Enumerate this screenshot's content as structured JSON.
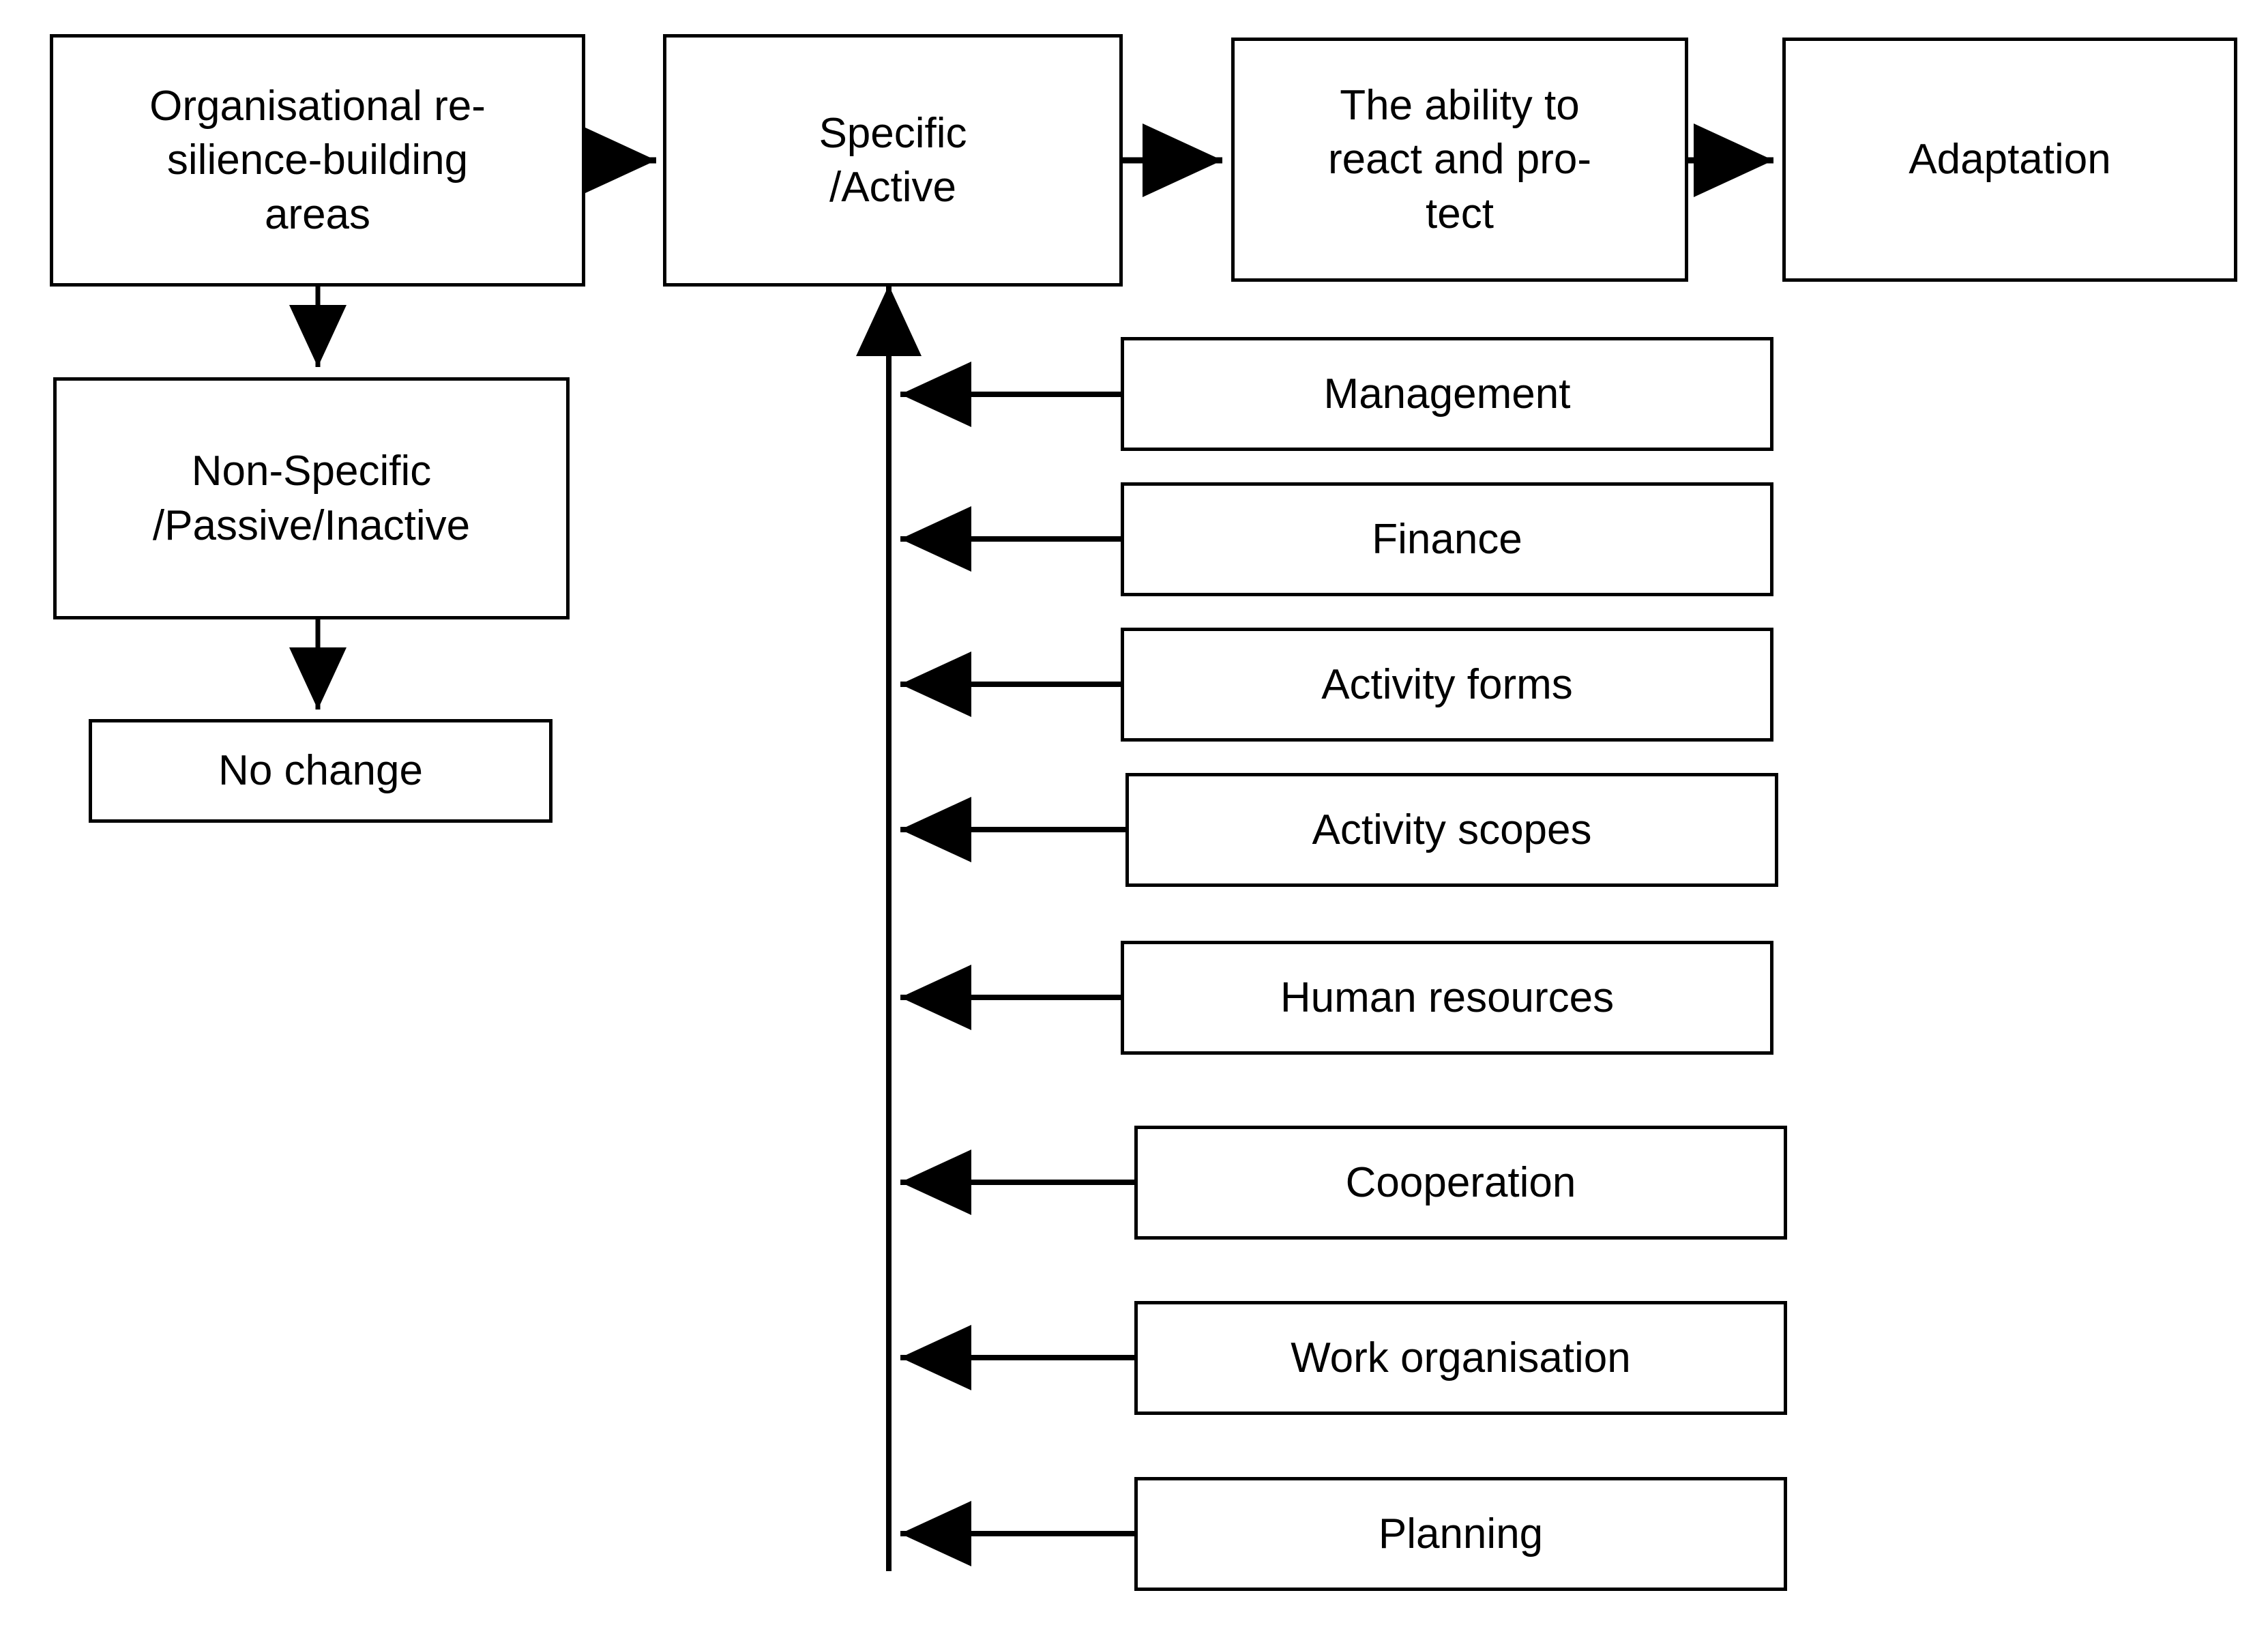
{
  "diagram": {
    "type": "flowchart",
    "orientation": "left-to-right with vertical feeder column",
    "background_color": "#ffffff",
    "line_color": "#000000",
    "box_border_color": "#000000",
    "box_fill_color": "#ffffff",
    "text_color": "#000000"
  },
  "nodes": {
    "source": {
      "label": "Organisational re-\nsilience-building\nareas"
    },
    "specific": {
      "label": "Specific\n/Active"
    },
    "ability": {
      "label": "The ability to\nreact and pro-\ntect"
    },
    "adaptation": {
      "label": "Adaptation"
    },
    "nonspecific": {
      "label": "Non-Specific\n/Passive/Inactive"
    },
    "nochange": {
      "label": "No change"
    }
  },
  "resilience_areas": [
    {
      "label": "Management"
    },
    {
      "label": "Finance"
    },
    {
      "label": "Activity forms"
    },
    {
      "label": "Activity scopes"
    },
    {
      "label": "Human resources"
    },
    {
      "label": "Cooperation"
    },
    {
      "label": "Work organisation"
    },
    {
      "label": "Planning"
    }
  ],
  "edges": [
    {
      "from": "source",
      "to": "specific",
      "direction": "right"
    },
    {
      "from": "specific",
      "to": "ability",
      "direction": "right"
    },
    {
      "from": "ability",
      "to": "adaptation",
      "direction": "right"
    },
    {
      "from": "source",
      "to": "nonspecific",
      "direction": "down"
    },
    {
      "from": "nonspecific",
      "to": "nochange",
      "direction": "down"
    },
    {
      "from": "resilience_areas",
      "to": "specific",
      "direction": "left-then-up"
    }
  ]
}
